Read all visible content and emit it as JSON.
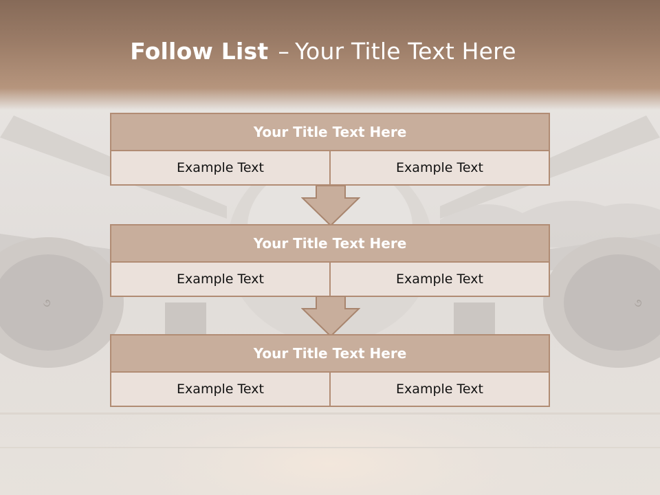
{
  "slide": {
    "title_bold": "Follow List",
    "title_separator": "–",
    "title_rest": "Your Title Text Here"
  },
  "blocks": [
    {
      "title": "Your Title Text Here",
      "left": "Example Text",
      "right": "Example Text"
    },
    {
      "title": "Your Title Text Here",
      "left": "Example Text",
      "right": "Example Text"
    },
    {
      "title": "Your Title Text Here",
      "left": "Example Text",
      "right": "Example Text"
    }
  ],
  "colors": {
    "header": "#9c7d68",
    "block_title_fill": "#c8ae9c",
    "block_border": "#b18c74",
    "cell_fill": "#ebe1db",
    "arrow_fill": "#c8ae9c"
  }
}
